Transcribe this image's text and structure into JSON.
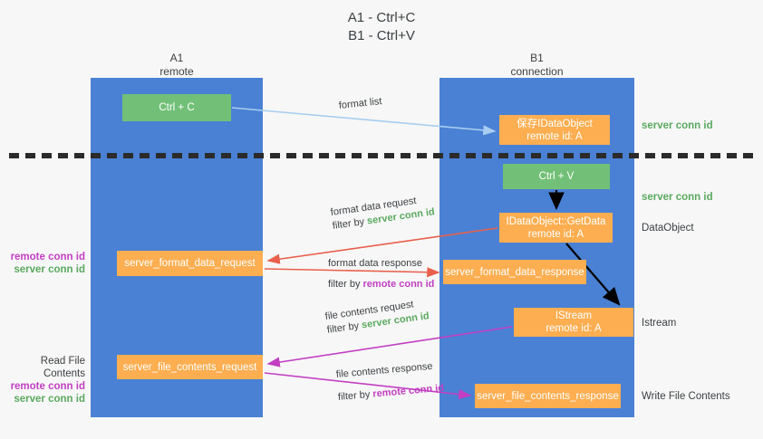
{
  "title": "A1 - Ctrl+C\nB1 - Ctrl+V",
  "colors": {
    "lane": "#4a81d4",
    "box_green": "#72c077",
    "box_orange": "#fcae51",
    "server_conn": "#5aa95f",
    "remote_conn": "#c23fc2",
    "arrow_light_blue": "#a8cdf0",
    "arrow_red": "#e8604c",
    "arrow_magenta": "#c23fc2",
    "arrow_black": "#000000",
    "separator": "#2b2b2b",
    "background": "#f7f7f7"
  },
  "lanes": [
    {
      "id": "a1",
      "title": "A1\nremote"
    },
    {
      "id": "b1",
      "title": "B1\nconnection"
    }
  ],
  "boxes": {
    "ctrl_c": "Ctrl + C",
    "save_idataobject": "保存IDataObject\nremote id: A",
    "ctrl_v": "Ctrl + V",
    "getdata": "IDataObject::GetData\nremote id: A",
    "server_format_data_request": "server_format_data_request",
    "server_format_data_response": "server_format_data_response",
    "istream": "IStream\nremote id: A",
    "server_file_contents_request": "server_file_contents_request",
    "server_file_contents_response": "server_file_contents_response"
  },
  "side_labels": {
    "server_conn_id_1": "server conn id",
    "server_conn_id_2": "server conn id",
    "dataobject": "DataObject",
    "istream": "Istream",
    "write_file_contents": "Write File Contents"
  },
  "left_labels": {
    "group_1": {
      "remote": "remote conn id",
      "server": "server conn id"
    },
    "group_2": {
      "heading": "Read File Contents",
      "remote": "remote conn id",
      "server": "server conn id"
    }
  },
  "edges": {
    "format_list": {
      "line1": "format list"
    },
    "format_data_request": {
      "line1": "format data request",
      "line2_prefix": "filter by ",
      "line2_key": "server conn id"
    },
    "format_data_response": {
      "line1": "format data response",
      "line2_prefix": "filter by ",
      "line2_key": "remote conn id"
    },
    "file_contents_request": {
      "line1": "file contents request",
      "line2_prefix": "filter by ",
      "line2_key": "server conn id"
    },
    "file_contents_response": {
      "line1": "file contents response",
      "line2_prefix": "filter by ",
      "line2_key": "remote conn id"
    }
  }
}
